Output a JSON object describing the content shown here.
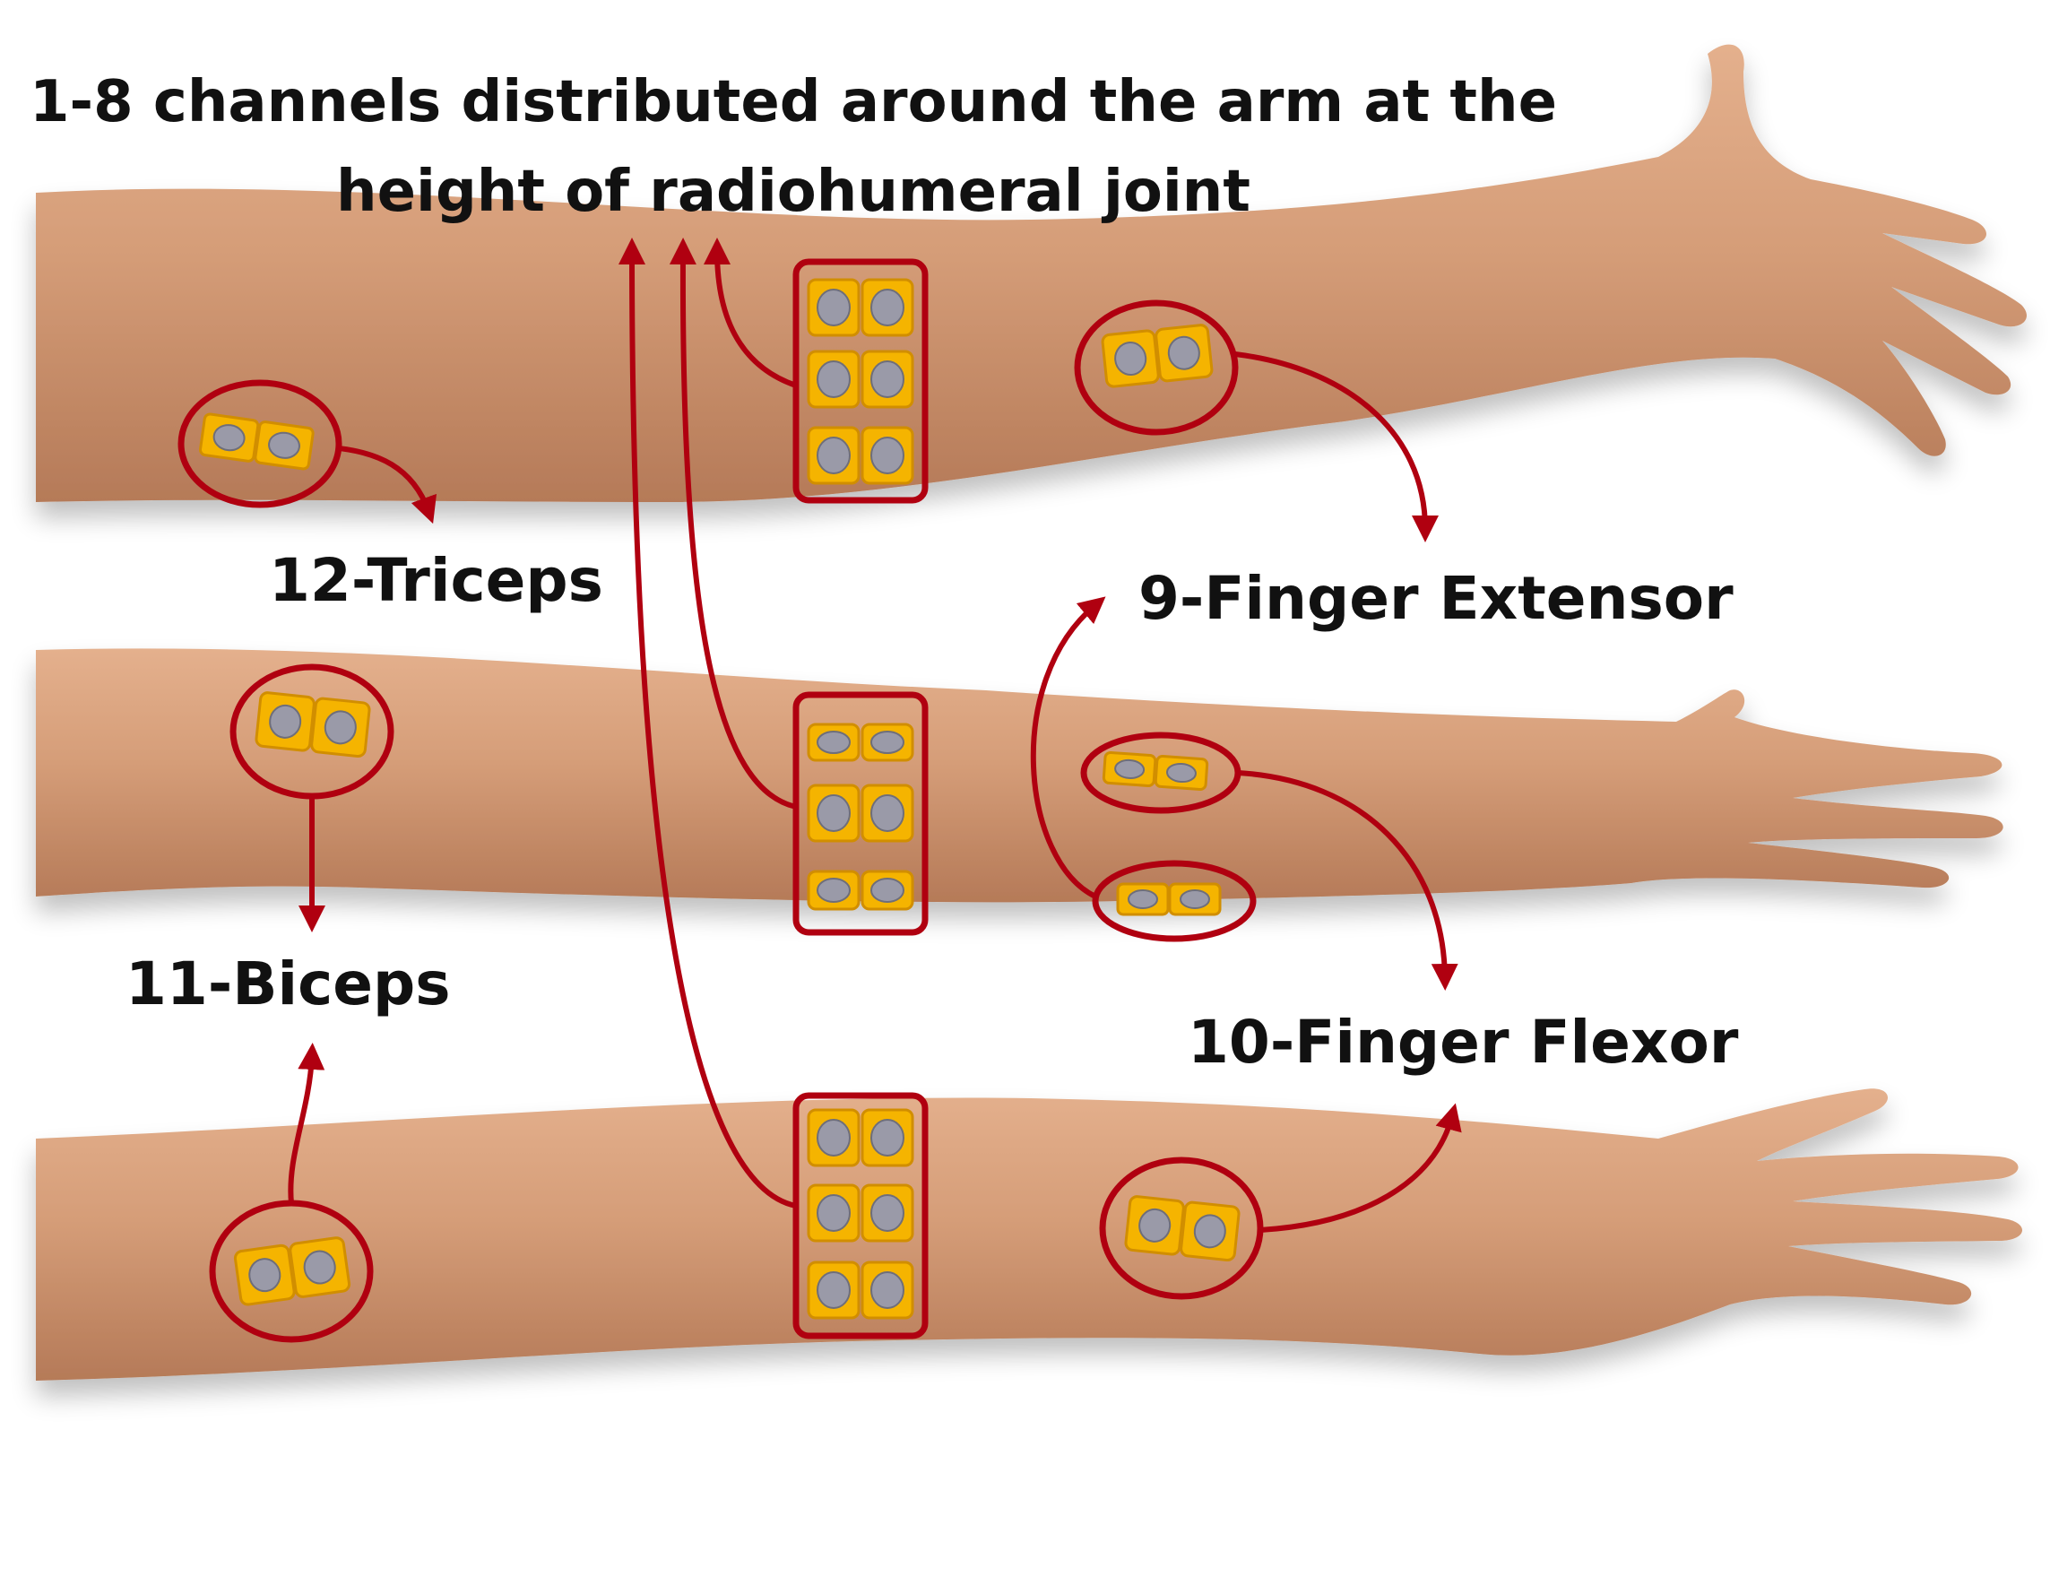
{
  "title": {
    "line1": "1-8 channels distributed around the arm at the",
    "line2": "height of radiohumeral joint"
  },
  "labels": {
    "triceps": "12-Triceps",
    "biceps": "11-Biceps",
    "finger_extensor": "9-Finger Extensor",
    "finger_flexor": "10-Finger Flexor"
  },
  "colors": {
    "skin": "#d59d78",
    "skin_shadow": "#b97f5c",
    "electrode_pad": "#f5b400",
    "electrode_border": "#d18e00",
    "electrode_contact": "#9a9aa8",
    "marker_red": "#b00010",
    "text": "#111111"
  }
}
